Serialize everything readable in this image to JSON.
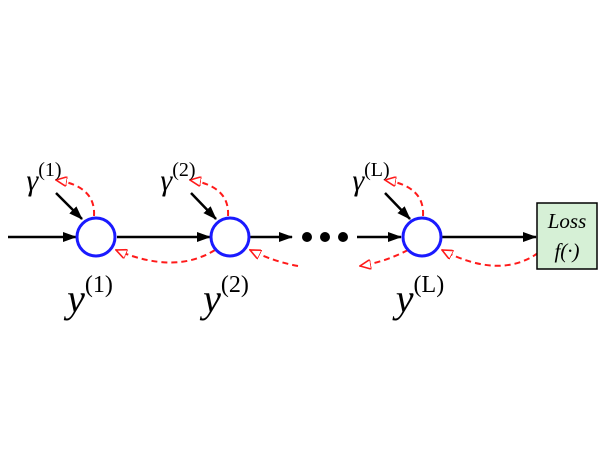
{
  "colors": {
    "node_stroke": "#1a1aff",
    "forward_arrow": "#000000",
    "backward_arrow": "#ff1a1a",
    "loss_box_fill": "#d6f0d6"
  },
  "nodes": [
    {
      "y_base": "y",
      "y_sup": "(1)",
      "g_base": "γ",
      "g_sup": "(1)"
    },
    {
      "y_base": "y",
      "y_sup": "(2)",
      "g_base": "γ",
      "g_sup": "(2)"
    },
    {
      "y_base": "y",
      "y_sup": "(L)",
      "g_base": "γ",
      "g_sup": "(L)"
    }
  ],
  "ellipsis": "dots",
  "loss_box": {
    "line1": "Loss",
    "line2": "f(·)"
  }
}
